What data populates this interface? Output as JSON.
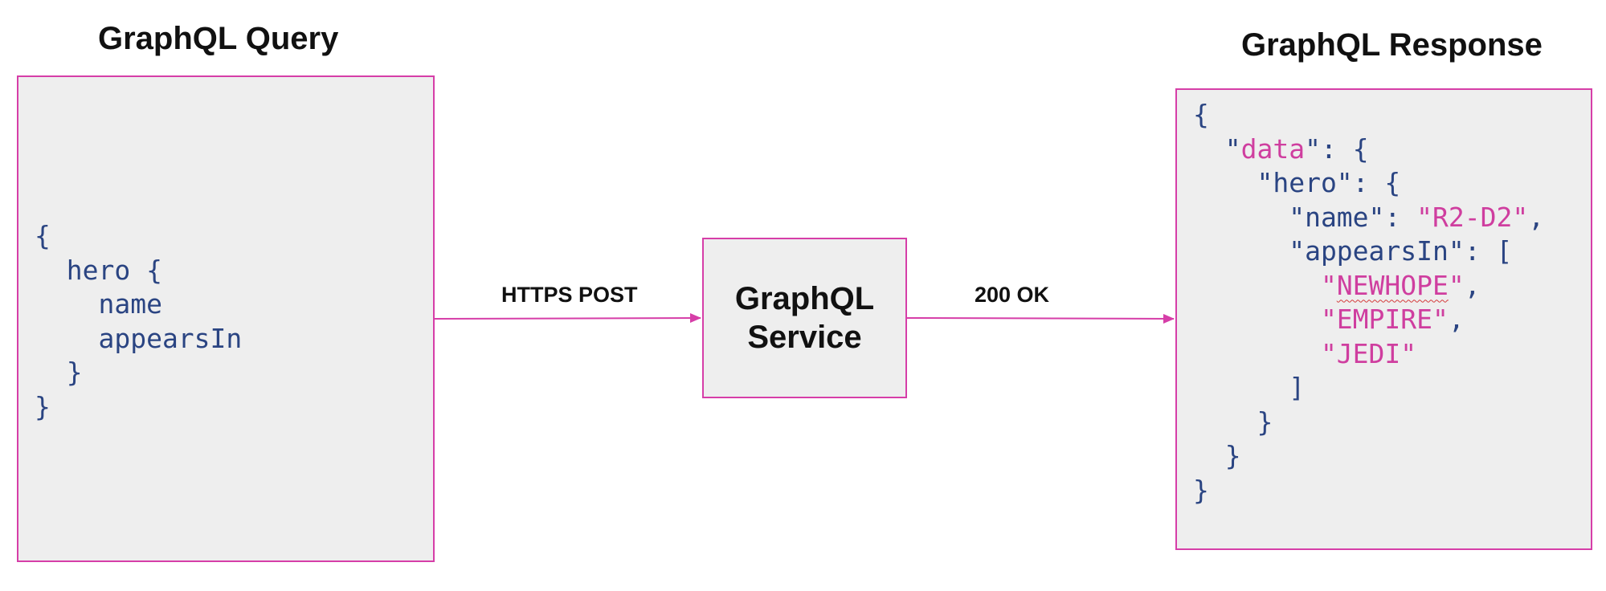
{
  "query": {
    "title": "GraphQL Query",
    "code": [
      {
        "parts": [
          {
            "t": "{",
            "c": "p"
          }
        ]
      },
      {
        "parts": [
          {
            "t": "  hero ",
            "c": "k"
          },
          {
            "t": "{",
            "c": "p"
          }
        ]
      },
      {
        "parts": [
          {
            "t": "    name",
            "c": "k"
          }
        ]
      },
      {
        "parts": [
          {
            "t": "    appearsIn",
            "c": "k"
          }
        ]
      },
      {
        "parts": [
          {
            "t": "  }",
            "c": "p"
          }
        ]
      },
      {
        "parts": [
          {
            "t": "}",
            "c": "p"
          }
        ]
      }
    ]
  },
  "service": {
    "line1": "GraphQL",
    "line2": "Service"
  },
  "edges": {
    "request_label": "HTTPS POST",
    "response_label": "200 OK"
  },
  "response": {
    "title": "GraphQL Response",
    "code": [
      {
        "parts": [
          {
            "t": "{",
            "c": "p"
          }
        ]
      },
      {
        "parts": [
          {
            "t": "  ",
            "c": "p"
          },
          {
            "t": "\"",
            "c": "k"
          },
          {
            "t": "data",
            "c": "s"
          },
          {
            "t": "\": {",
            "c": "p"
          }
        ]
      },
      {
        "parts": [
          {
            "t": "    \"hero\": {",
            "c": "k"
          }
        ]
      },
      {
        "parts": [
          {
            "t": "      \"name\": ",
            "c": "k"
          },
          {
            "t": "\"R2-D2\"",
            "c": "s"
          },
          {
            "t": ",",
            "c": "p"
          }
        ]
      },
      {
        "parts": [
          {
            "t": "      \"appearsIn\": [",
            "c": "k"
          }
        ]
      },
      {
        "parts": [
          {
            "t": "        \"",
            "c": "s"
          },
          {
            "t": "NEWHOPE",
            "c": "s sq"
          },
          {
            "t": "\"",
            "c": "s"
          },
          {
            "t": ",",
            "c": "p"
          }
        ]
      },
      {
        "parts": [
          {
            "t": "        \"EMPIRE\"",
            "c": "s"
          },
          {
            "t": ",",
            "c": "p"
          }
        ]
      },
      {
        "parts": [
          {
            "t": "        \"JEDI\"",
            "c": "s"
          }
        ]
      },
      {
        "parts": [
          {
            "t": "      ]",
            "c": "p"
          }
        ]
      },
      {
        "parts": [
          {
            "t": "    }",
            "c": "p"
          }
        ]
      },
      {
        "parts": [
          {
            "t": "  }",
            "c": "p"
          }
        ]
      },
      {
        "parts": [
          {
            "t": "}",
            "c": "p"
          }
        ]
      }
    ]
  },
  "colors": {
    "accent": "#d63ea8",
    "code_text": "#2a4482",
    "code_string": "#cf3e9f",
    "panel_bg": "#eeeeee"
  }
}
